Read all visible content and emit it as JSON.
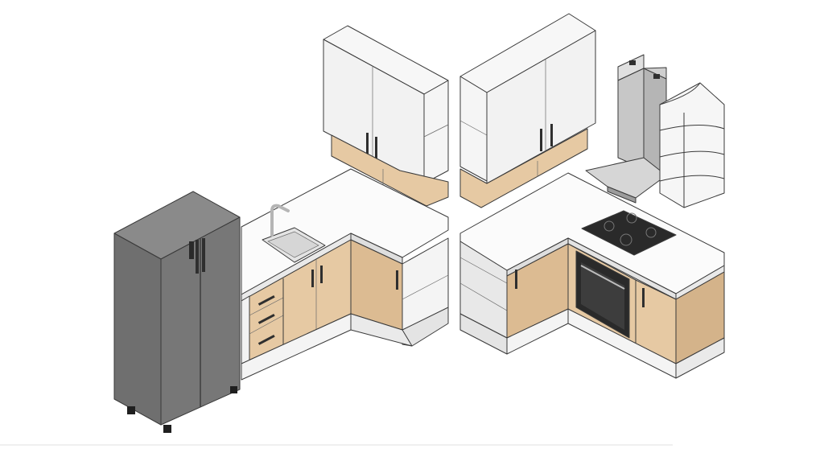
{
  "title": "",
  "colors": {
    "background": "#ffffff",
    "wood": "#e6c9a3",
    "wood_dark": "#d4b38a",
    "cabinet_white": "#f2f2f2",
    "countertop": "#fbfbfb",
    "fridge": "#6f6f6f",
    "fridge_side": "#5d5d5d",
    "steel": "#c7c7c7",
    "oven_black": "#2a2a2a",
    "plinth": "#f4f4f4",
    "outline": "#3a3a3a"
  },
  "components": [
    {
      "id": "fridge",
      "icon": "refrigerator-icon"
    },
    {
      "id": "sink-base",
      "icon": "sink-icon"
    },
    {
      "id": "drawer-unit",
      "icon": "drawers-icon"
    },
    {
      "id": "wall-cabinet-left",
      "icon": "wall-cabinet-icon"
    },
    {
      "id": "wall-cabinet-right",
      "icon": "wall-cabinet-icon"
    },
    {
      "id": "range-hood",
      "icon": "range-hood-icon"
    },
    {
      "id": "corner-shelf",
      "icon": "corner-shelf-icon"
    },
    {
      "id": "gas-hob",
      "icon": "gas-hob-icon"
    },
    {
      "id": "built-in-oven",
      "icon": "oven-icon"
    },
    {
      "id": "dishwasher",
      "icon": "dishwasher-icon"
    }
  ]
}
